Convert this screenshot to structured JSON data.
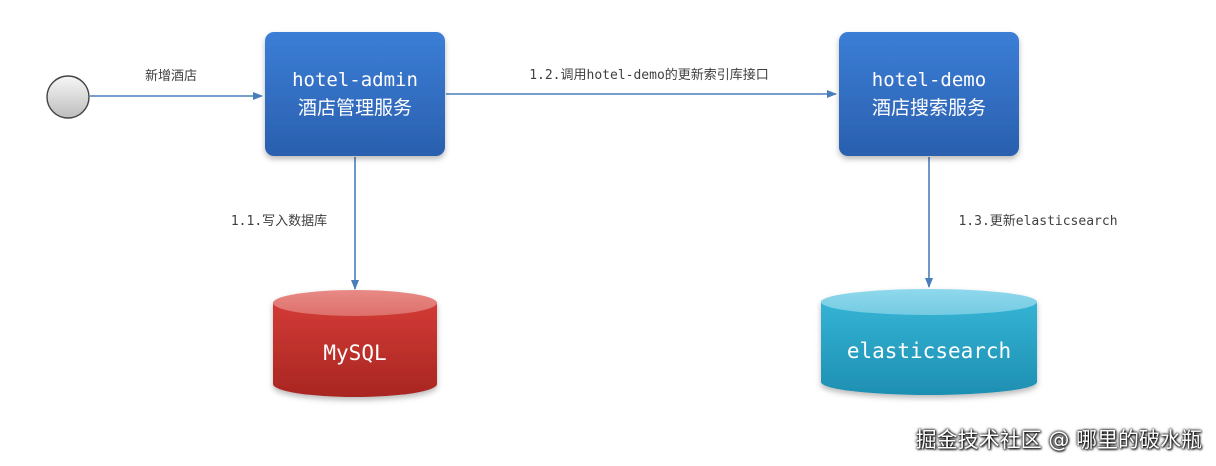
{
  "nodes": {
    "start": {},
    "hotel_admin": {
      "title": "hotel-admin",
      "subtitle": "酒店管理服务"
    },
    "hotel_demo": {
      "title": "hotel-demo",
      "subtitle": "酒店搜索服务"
    },
    "mysql": {
      "label": "MySQL"
    },
    "elasticsearch": {
      "label": "elasticsearch"
    }
  },
  "edges": {
    "add_hotel": {
      "label": "新增酒店"
    },
    "write_db": {
      "label": "1.1.写入数据库"
    },
    "call_update": {
      "label": "1.2.调用hotel-demo的更新索引库接口"
    },
    "update_es": {
      "label": "1.3.更新elasticsearch"
    }
  },
  "colors": {
    "service_box": "#2f6ec7",
    "arrow": "#4a7ebb",
    "mysql": "#c0392b",
    "elasticsearch": "#2aa8c8"
  },
  "watermark": "掘金技术社区 @ 哪里的破水瓶"
}
